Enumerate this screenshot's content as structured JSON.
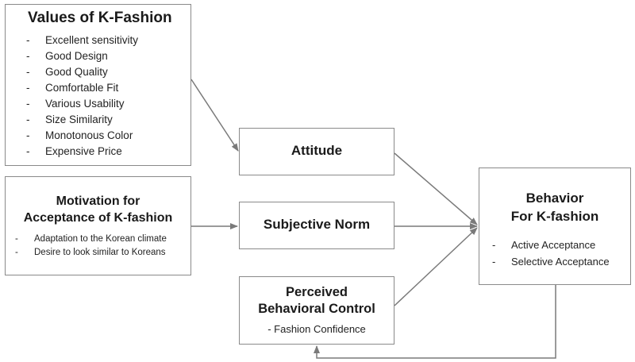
{
  "values_box": {
    "title": "Values of K-Fashion",
    "items": [
      "Excellent sensitivity",
      "Good Design",
      "Good Quality",
      "Comfortable Fit",
      "Various Usability",
      "Size Similarity",
      "Monotonous Color",
      "Expensive Price"
    ]
  },
  "motivation_box": {
    "title_line1": "Motivation for",
    "title_line2": "Acceptance of K-fashion",
    "items": [
      "Adaptation to the Korean climate",
      "Desire to look similar to Koreans"
    ]
  },
  "attitude_box": {
    "title": "Attitude"
  },
  "norm_box": {
    "title": "Subjective Norm"
  },
  "control_box": {
    "title_line1": "Perceived",
    "title_line2": "Behavioral Control",
    "subtitle": "- Fashion Confidence"
  },
  "behavior_box": {
    "title_line1": "Behavior",
    "title_line2": "For K-fashion",
    "items": [
      "Active Acceptance",
      "Selective Acceptance"
    ]
  },
  "colors": {
    "border": "#8a8a8a",
    "arrow": "#7a7a7a",
    "text": "#222222"
  }
}
